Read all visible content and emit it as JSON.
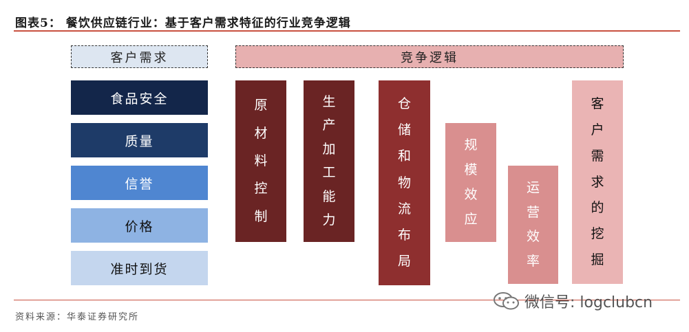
{
  "title": "图表5：   餐饮供应链行业：基于客户需求特征的行业竞争逻辑",
  "left_header": "客户需求",
  "right_header": "竞争逻辑",
  "needs": [
    {
      "label": "食品安全",
      "bg": "#13264a",
      "fg": "#ffffff"
    },
    {
      "label": "质量",
      "bg": "#1e3b68",
      "fg": "#ffffff"
    },
    {
      "label": "信誉",
      "bg": "#4f86d1",
      "fg": "#ffffff"
    },
    {
      "label": "价格",
      "bg": "#8eb3e3",
      "fg": "#111111"
    },
    {
      "label": "准时到货",
      "bg": "#c4d6ee",
      "fg": "#111111"
    }
  ],
  "logic_columns": [
    {
      "label": "原材料控制",
      "chars": [
        "原",
        "材",
        "料",
        "控",
        "制"
      ],
      "bg": "#6a2424",
      "fg": "#ffffff"
    },
    {
      "label": "生产加工能力",
      "chars": [
        "生",
        "产",
        "加",
        "工",
        "能",
        "力"
      ],
      "bg": "#6a2424",
      "fg": "#ffffff"
    },
    {
      "label": "仓储和物流布局",
      "chars": [
        "仓",
        "储",
        "和",
        "物",
        "流",
        "布",
        "局"
      ],
      "bg": "#8e2f2f",
      "fg": "#ffffff"
    },
    {
      "label": "规模效应",
      "chars": [
        "规",
        "模",
        "效",
        "应"
      ],
      "bg": "#d98f8f",
      "fg": "#ffffff"
    },
    {
      "label": "运营效率",
      "chars": [
        "运",
        "营",
        "效",
        "率"
      ],
      "bg": "#d98f8f",
      "fg": "#ffffff"
    },
    {
      "label": "客户需求的挖掘",
      "chars": [
        "客",
        "户",
        "需",
        "求",
        "的",
        "挖",
        "掘"
      ],
      "bg": "#eab4b4",
      "fg": "#111111"
    }
  ],
  "source": "资料来源：华泰证券研究所",
  "watermark": "微信号: logclubcn"
}
